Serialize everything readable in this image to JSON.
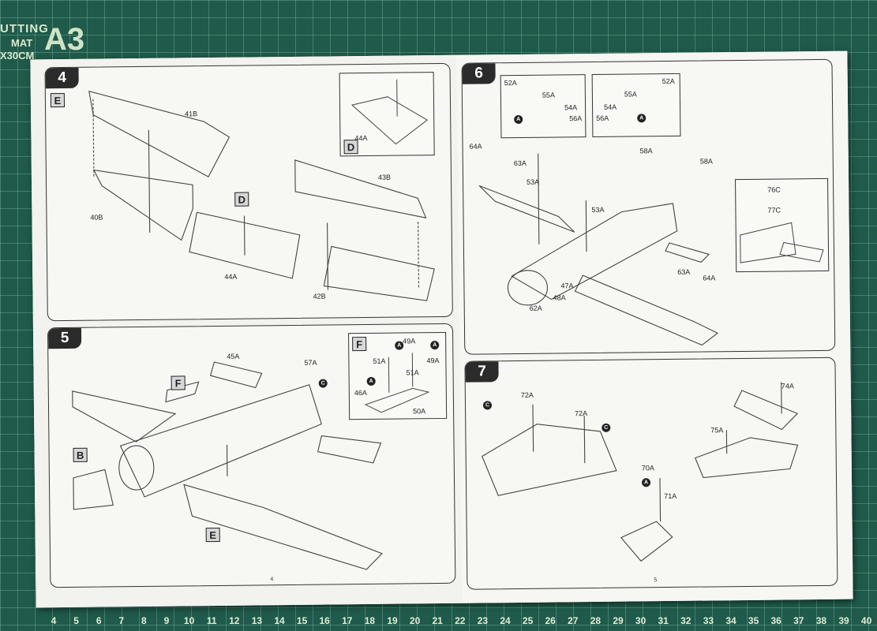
{
  "mat": {
    "cutting": "UTTING",
    "mat": "MAT",
    "size": "X30CM",
    "format": "A3"
  },
  "ruler": [
    "4",
    "5",
    "6",
    "7",
    "8",
    "9",
    "10",
    "11",
    "12",
    "13",
    "14",
    "15",
    "16",
    "17",
    "18",
    "19",
    "20",
    "21",
    "22",
    "23",
    "24",
    "25",
    "26",
    "27",
    "28",
    "29",
    "30",
    "31",
    "32",
    "33",
    "34",
    "35",
    "36",
    "37",
    "38",
    "39",
    "40"
  ],
  "steps": {
    "s4": {
      "num": "4",
      "sub": "E",
      "inset_sub": "D",
      "d_label": "D",
      "parts": [
        "41B",
        "43B",
        "40B",
        "44A",
        "44A",
        "42B"
      ]
    },
    "s5": {
      "num": "5",
      "inset_sub": "F",
      "f_label": "F",
      "b_label": "B",
      "e_label": "E",
      "parts": [
        "45A",
        "57A",
        "49A",
        "49A",
        "51A",
        "51A",
        "46A",
        "50A"
      ],
      "callouts": [
        "C",
        "A",
        "A",
        "A"
      ]
    },
    "s6": {
      "num": "6",
      "parts": [
        "52A",
        "55A",
        "54A",
        "56A",
        "55A",
        "52A",
        "54A",
        "56A",
        "64A",
        "63A",
        "53A",
        "53A",
        "58A",
        "58A",
        "76C",
        "77C",
        "47A",
        "48A",
        "62A",
        "63A",
        "64A"
      ],
      "callouts": [
        "A",
        "A"
      ]
    },
    "s7": {
      "num": "7",
      "parts": [
        "72A",
        "72A",
        "74A",
        "75A",
        "70A",
        "71A"
      ],
      "callouts": [
        "C",
        "C",
        "A"
      ]
    }
  },
  "page_numbers": {
    "left": "4",
    "right": "5"
  }
}
